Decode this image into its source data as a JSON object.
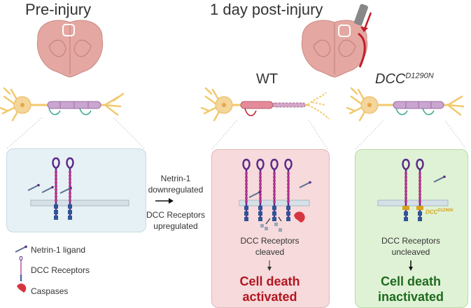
{
  "headings": {
    "pre_injury": "Pre-injury",
    "post_injury": "1 day post-injury",
    "wt": "WT",
    "mutant_base": "DCC",
    "mutant_sup": "D1290N"
  },
  "middle": {
    "line1": "Netrin-1",
    "line2": "downregulated",
    "line3": "DCC Receptors",
    "line4": "upregulated"
  },
  "wt_panel": {
    "line1": "DCC Receptors",
    "line2": "cleaved",
    "result1": "Cell death",
    "result2": "activated"
  },
  "mut_panel": {
    "line1": "DCC Receptors",
    "line2": "uncleaved",
    "result1": "Cell death",
    "result2": "inactivated",
    "tag_base": "DCC",
    "tag_sup": "D1290N"
  },
  "legend": {
    "netrin": "Netrin-1 ligand",
    "dcc": "DCC Receptors",
    "caspases": "Caspases"
  },
  "colors": {
    "brain": "#e5a7a2",
    "neuron": "#f4d59a",
    "axon": "#c9a5cf",
    "receptor": "#5b2a86",
    "receptor_bead": "#c2338a",
    "membrane": "#aab9c4",
    "caspase": "#d6363f",
    "activated": "#b3161f",
    "inactivated": "#1e6b1e",
    "mut_tag": "#d7a21d"
  }
}
